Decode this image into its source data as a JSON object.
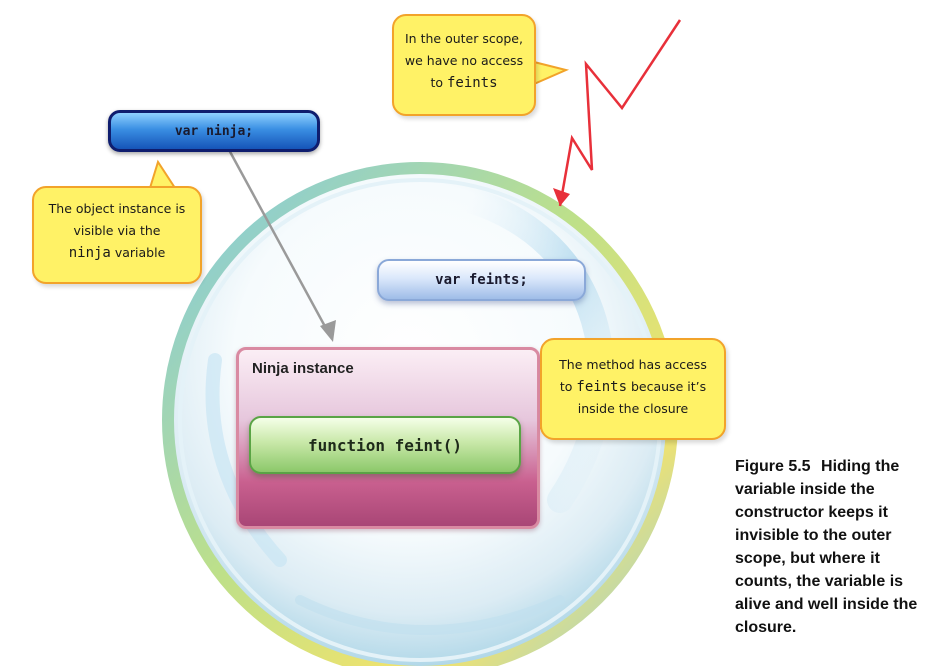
{
  "notes": {
    "outer_scope": {
      "line1": "In the outer scope,",
      "line2": "we have no access",
      "line3_prefix": "to ",
      "line3_code": "feints"
    },
    "object_instance": {
      "line1": "The object instance is",
      "line2": "visible via the",
      "line3_code": "ninja",
      "line3_suffix": " variable"
    },
    "method_access": {
      "line1": "The method has access",
      "line2_prefix": "to ",
      "line2_code": "feints",
      "line2_suffix": " because it’s",
      "line3": "inside the closure"
    }
  },
  "code": {
    "ninja_var": "var ninja;",
    "feints_var": "var feints;",
    "instance_label": "Ninja instance",
    "feint_function": "function feint()"
  },
  "caption": {
    "figure_number": "Figure 5.5",
    "text": "Hiding the variable inside the constructor keeps it invisible to the outer scope, but where it counts, the variable is alive and well inside the closure."
  },
  "colors": {
    "note_fill": "#fff266",
    "note_border": "#f2a32a",
    "lightning": "#e8303a",
    "pointer_arrow": "#9a9a9a"
  }
}
